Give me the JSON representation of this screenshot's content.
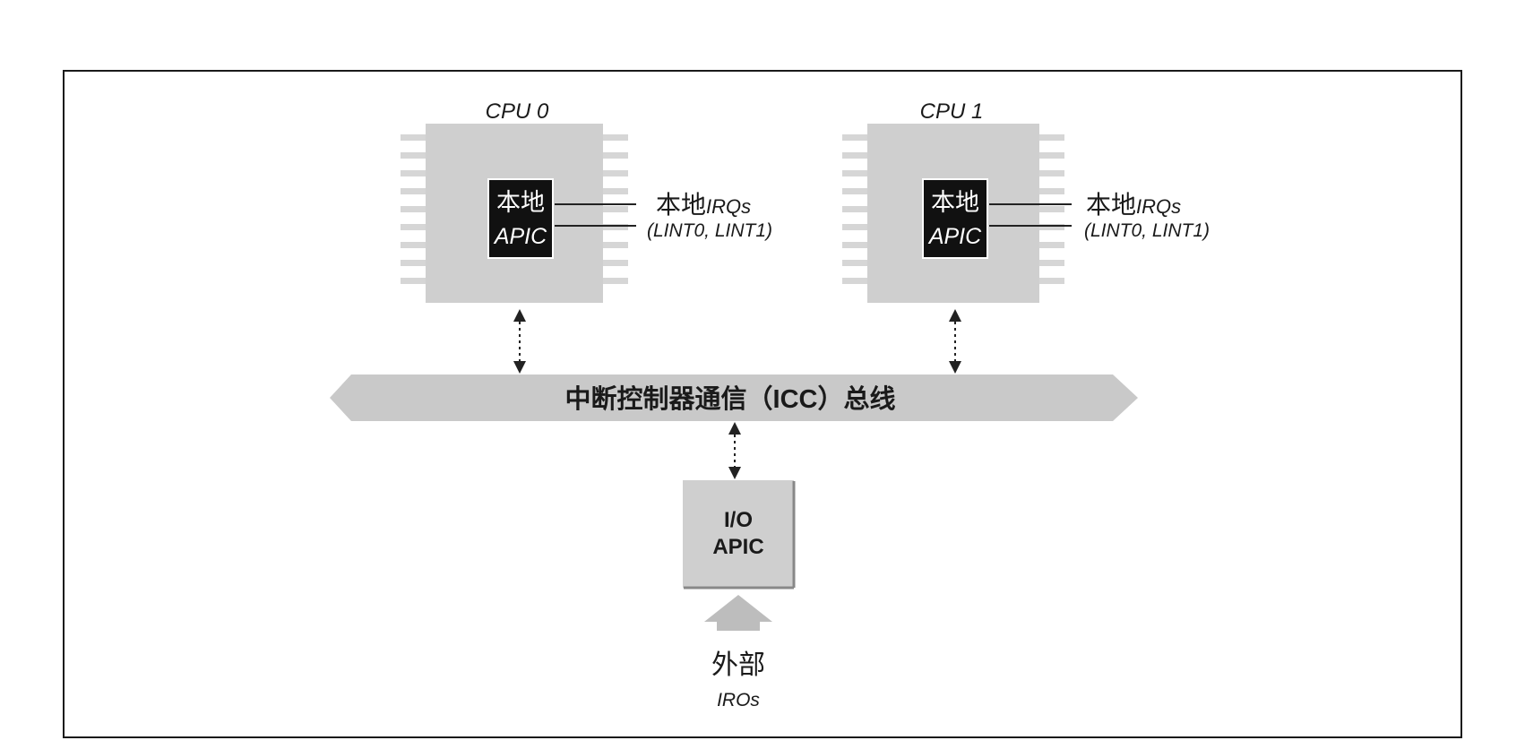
{
  "cpus": [
    {
      "name": "CPU 0",
      "apic_line1": "本地",
      "apic_line2": "APIC",
      "irq_line1_cjk": "本地",
      "irq_line1_latin": "IRQs",
      "irq_line2": "(LINT0, LINT1)"
    },
    {
      "name": "CPU 1",
      "apic_line1": "本地",
      "apic_line2": "APIC",
      "irq_line1_cjk": "本地",
      "irq_line1_latin": "IRQs",
      "irq_line2": "(LINT0, LINT1)"
    }
  ],
  "bus": {
    "label": "中断控制器通信（ICC）总线"
  },
  "io_apic": {
    "line1": "I/O",
    "line2": "APIC"
  },
  "external": {
    "line1": "外部",
    "line2": "IROs"
  },
  "colors": {
    "chip": "#cfcfcf",
    "chip_pin": "#d6d6d6",
    "apic_box": "#111111",
    "bus": "#c9c9c9",
    "line": "#222222",
    "text": "#1a1a1a"
  }
}
